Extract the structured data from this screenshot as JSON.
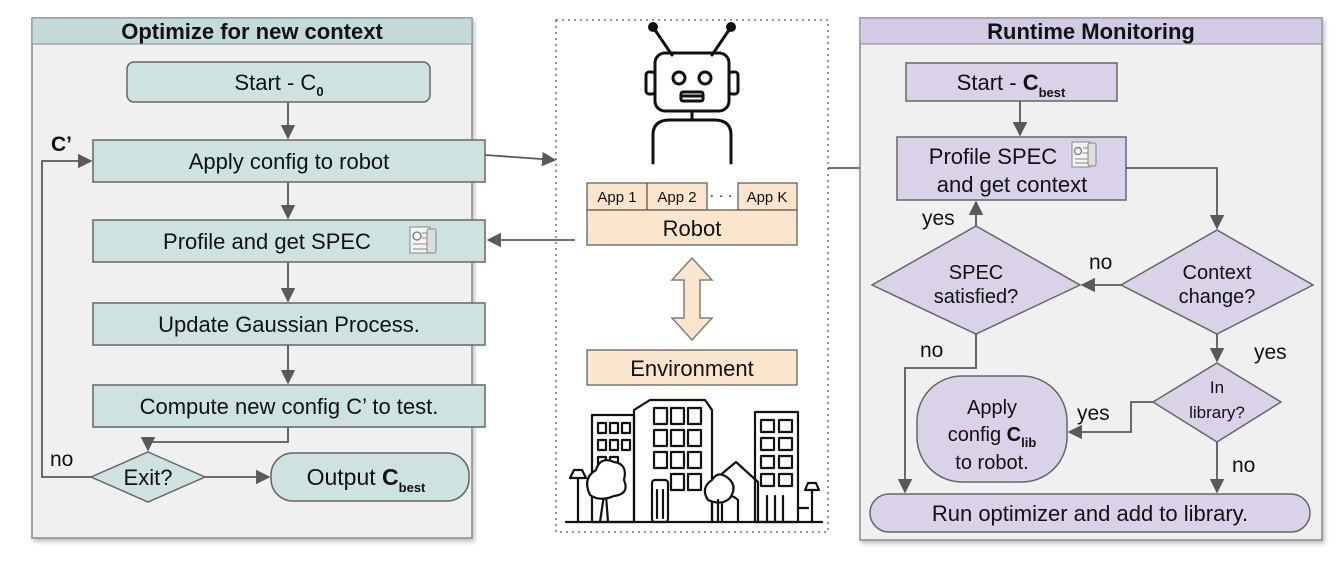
{
  "left_panel": {
    "title": "Optimize for new context",
    "start_prefix": "Start - C",
    "start_sub": "0",
    "feedback_label": "C’",
    "apply": "Apply config to robot",
    "profile": "Profile and get SPEC",
    "update": "Update Gaussian Process.",
    "compute": "Compute new config C’ to test.",
    "exit": "Exit?",
    "no": "no",
    "output_prefix": "Output ",
    "output_main": "C",
    "output_sub": "best"
  },
  "center": {
    "apps": [
      "App 1",
      "App 2",
      "App K"
    ],
    "ellipsis": "· · ·",
    "robot": "Robot",
    "environment": "Environment"
  },
  "right_panel": {
    "title": "Runtime Monitoring",
    "start_prefix": "Start - ",
    "start_main": "C",
    "start_sub": "best",
    "profile_line1": "Profile SPEC",
    "profile_line2": "and get context",
    "spec_line1": "SPEC",
    "spec_line2": "satisfied?",
    "context_line1": "Context",
    "context_line2": "change?",
    "library_line1": "In",
    "library_line2": "library?",
    "apply_line1": "Apply",
    "apply_line2_prefix": "config ",
    "apply_line2_main": "C",
    "apply_line2_sub": "lib",
    "apply_line3": "to robot.",
    "run": "Run optimizer and add to library.",
    "yes": "yes",
    "no": "no"
  },
  "colors": {
    "left_fill": "#cfe2e2",
    "left_title_bg": "#c5dada",
    "right_fill": "#d9d2e9",
    "right_title_bg": "#d3cbe6",
    "panel_bg": "#f0f0f0",
    "robot_fill": "#fce5cd",
    "arrow": "#595959"
  }
}
